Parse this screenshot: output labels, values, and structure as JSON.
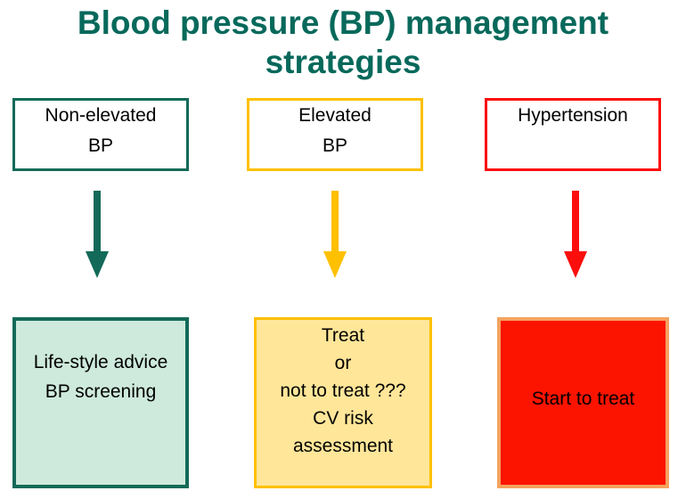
{
  "title": {
    "line1": "Blood pressure (BP) management",
    "line2": "strategies",
    "color": "#07695B"
  },
  "columns": [
    {
      "id": "non-elevated-bp",
      "header": {
        "lines": [
          "Non-elevated",
          "BP"
        ]
      },
      "outcome": {
        "lines": [
          "Life-style advice",
          "BP screening"
        ]
      },
      "colors": {
        "border": "#136A58",
        "arrow": "#136A58",
        "outcome_border": "#136A58",
        "outcome_fill": "#CEEADD"
      }
    },
    {
      "id": "elevated-bp",
      "header": {
        "lines": [
          "Elevated",
          "BP"
        ]
      },
      "outcome": {
        "lines": [
          "Treat",
          "or",
          "not to treat ???",
          "CV risk",
          "assessment"
        ]
      },
      "colors": {
        "border": "#FFC000",
        "arrow": "#FFC000",
        "outcome_border": "#FFC000",
        "outcome_fill": "#FFE699"
      }
    },
    {
      "id": "hypertension",
      "header": {
        "lines": [
          "Hypertension"
        ]
      },
      "outcome": {
        "lines": [
          "Start to treat"
        ]
      },
      "colors": {
        "border": "#FB0E0C",
        "arrow": "#FB0E0C",
        "outcome_border": "#F5A35F",
        "outcome_fill": "#FD1400"
      }
    }
  ]
}
